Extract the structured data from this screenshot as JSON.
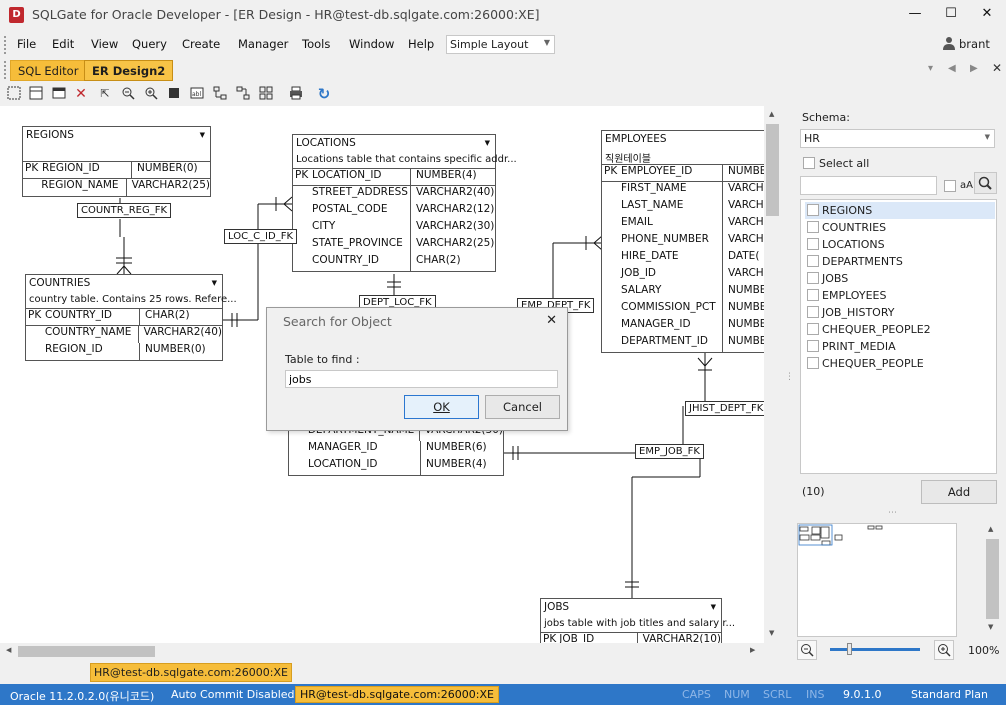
{
  "window": {
    "title": "SQLGate for Oracle Developer - [ER Design - HR@test-db.sqlgate.com:26000:XE]",
    "logo_text": "D",
    "minimize": "—",
    "maximize": "☐",
    "close": "✕"
  },
  "menu": {
    "items": [
      "File",
      "Edit",
      "View",
      "Query",
      "Create",
      "Manager",
      "Tools",
      "Window",
      "Help"
    ],
    "layout_value": "Simple Layout",
    "user": "brant"
  },
  "tabs": [
    {
      "label": "SQL Editor",
      "active": false
    },
    {
      "label": "ER Design2",
      "active": true
    }
  ],
  "toolbar_icons": [
    "select-icon",
    "add-entity-icon",
    "note-icon",
    "delete-icon",
    "pointer-icon",
    "zoom-out-icon",
    "zoom-in-icon",
    "fit-icon",
    "abl-icon",
    "align-left-icon",
    "align-bottom-icon",
    "grid-icon",
    "print-icon",
    "refresh-icon"
  ],
  "entities": {
    "regions": {
      "name": "REGIONS",
      "columns": [
        {
          "pk": "PK",
          "name": "REGION_ID",
          "type": "NUMBER(0)"
        },
        {
          "pk": "",
          "name": "REGION_NAME",
          "type": "VARCHAR2(25)"
        }
      ]
    },
    "locations": {
      "name": "LOCATIONS",
      "description": "Locations table that contains specific addr...",
      "columns": [
        {
          "pk": "PK",
          "name": "LOCATION_ID",
          "type": "NUMBER(4)"
        },
        {
          "pk": "",
          "name": "STREET_ADDRESS",
          "type": "VARCHAR2(40)"
        },
        {
          "pk": "",
          "name": "POSTAL_CODE",
          "type": "VARCHAR2(12)"
        },
        {
          "pk": "",
          "name": "CITY",
          "type": "VARCHAR2(30)"
        },
        {
          "pk": "",
          "name": "STATE_PROVINCE",
          "type": "VARCHAR2(25)"
        },
        {
          "pk": "",
          "name": "COUNTRY_ID",
          "type": "CHAR(2)"
        }
      ]
    },
    "employees": {
      "name": "EMPLOYEES",
      "description": "직원테이블",
      "columns": [
        {
          "pk": "PK",
          "name": "EMPLOYEE_ID",
          "type": "NUMBE"
        },
        {
          "pk": "",
          "name": "FIRST_NAME",
          "type": "VARCH"
        },
        {
          "pk": "",
          "name": "LAST_NAME",
          "type": "VARCH"
        },
        {
          "pk": "",
          "name": "EMAIL",
          "type": "VARCH"
        },
        {
          "pk": "",
          "name": "PHONE_NUMBER",
          "type": "VARCH"
        },
        {
          "pk": "",
          "name": "HIRE_DATE",
          "type": "DATE("
        },
        {
          "pk": "",
          "name": "JOB_ID",
          "type": "VARCH"
        },
        {
          "pk": "",
          "name": "SALARY",
          "type": "NUMBE"
        },
        {
          "pk": "",
          "name": "COMMISSION_PCT",
          "type": "NUMBE"
        },
        {
          "pk": "",
          "name": "MANAGER_ID",
          "type": "NUMBE"
        },
        {
          "pk": "",
          "name": "DEPARTMENT_ID",
          "type": "NUMBE"
        }
      ]
    },
    "countries": {
      "name": "COUNTRIES",
      "description": "country table. Contains 25 rows. Refere...",
      "columns": [
        {
          "pk": "PK",
          "name": "COUNTRY_ID",
          "type": "CHAR(2)"
        },
        {
          "pk": "",
          "name": "COUNTRY_NAME",
          "type": "VARCHAR2(40)"
        },
        {
          "pk": "",
          "name": "REGION_ID",
          "type": "NUMBER(0)"
        }
      ]
    },
    "departments": {
      "columns": [
        {
          "pk": "",
          "name": "DEPARTMENT_NAME",
          "type": "VARCHAR2(30)"
        },
        {
          "pk": "",
          "name": "MANAGER_ID",
          "type": "NUMBER(6)"
        },
        {
          "pk": "",
          "name": "LOCATION_ID",
          "type": "NUMBER(4)"
        }
      ]
    },
    "jobs": {
      "name": "JOBS",
      "description": "jobs table with job titles and salary r...",
      "columns": [
        {
          "pk": "PK",
          "name": "JOB_ID",
          "type": "VARCHAR2(10)"
        }
      ]
    }
  },
  "relations": {
    "countr_reg": "COUNTR_REG_FK",
    "loc_c_id": "LOC_C_ID_FK",
    "dept_loc": "DEPT_LOC_FK",
    "emp_dept": "EMP_DEPT_FK",
    "jhist_dept": "JHIST_DEPT_FK",
    "emp_job": "EMP_JOB_FK"
  },
  "dialog": {
    "title": "Search for Object",
    "close": "✕",
    "label": "Table to find :",
    "value": "jobs",
    "ok": "OK",
    "cancel": "Cancel"
  },
  "right_panel": {
    "schema_label": "Schema:",
    "schema_value": "HR",
    "select_all": "Select all",
    "case_label": "aA",
    "objects": [
      "REGIONS",
      "COUNTRIES",
      "LOCATIONS",
      "DEPARTMENTS",
      "JOBS",
      "EMPLOYEES",
      "JOB_HISTORY",
      "CHEQUER_PEOPLE2",
      "PRINT_MEDIA",
      "CHEQUER_PEOPLE"
    ],
    "selected_index": 0,
    "count": "(10)",
    "add": "Add",
    "zoom": "100%"
  },
  "doc_tab": "HR@test-db.sqlgate.com:26000:XE",
  "status": {
    "version": "Oracle 11.2.0.2.0(유니코드)",
    "autocommit": "Auto Commit Disabled",
    "connection": "HR@test-db.sqlgate.com:26000:XE",
    "caps": "CAPS",
    "num": "NUM",
    "scrl": "SCRL",
    "ins": "INS",
    "app_version": "9.0.1.0",
    "plan": "Standard Plan"
  },
  "colors": {
    "accent": "#f6bd3a",
    "statusbar": "#2e77c8",
    "selection": "#dbe8f8"
  }
}
